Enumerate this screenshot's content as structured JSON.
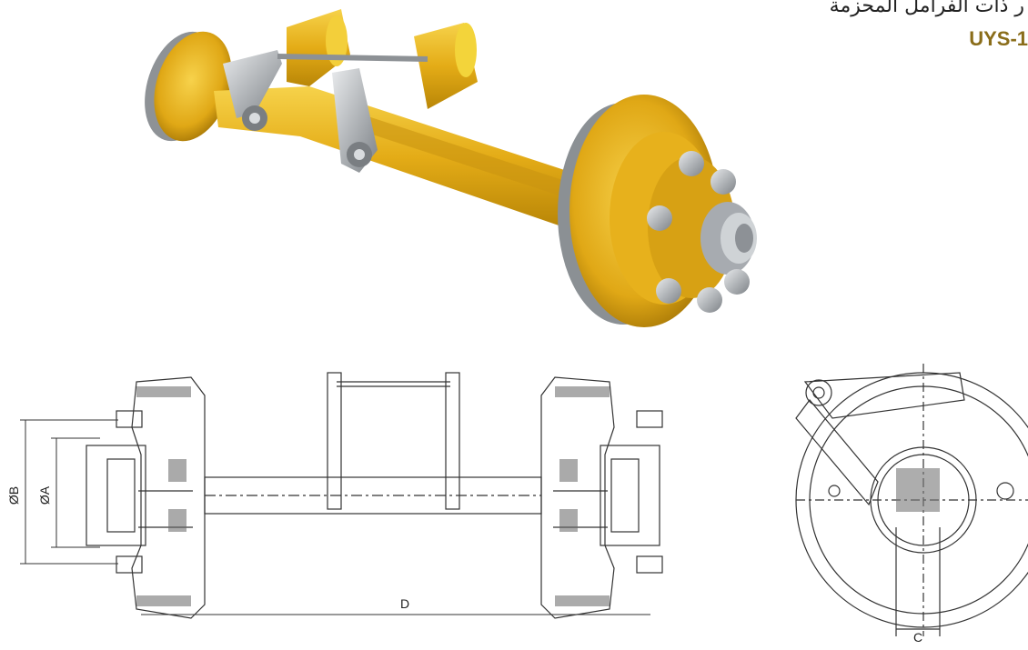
{
  "header": {
    "title_ar": "ر ذات الفرامل المحزمة",
    "model": "UYS-1"
  },
  "dimensions": {
    "b": "ØB",
    "a": "ØA",
    "d": "D",
    "c": "C"
  },
  "colors": {
    "axle_yellow": "#e8b520",
    "axle_shadow": "#b8860b",
    "steel": "#9ea3a8",
    "line": "#333333",
    "model_text": "#8a6d1a"
  }
}
